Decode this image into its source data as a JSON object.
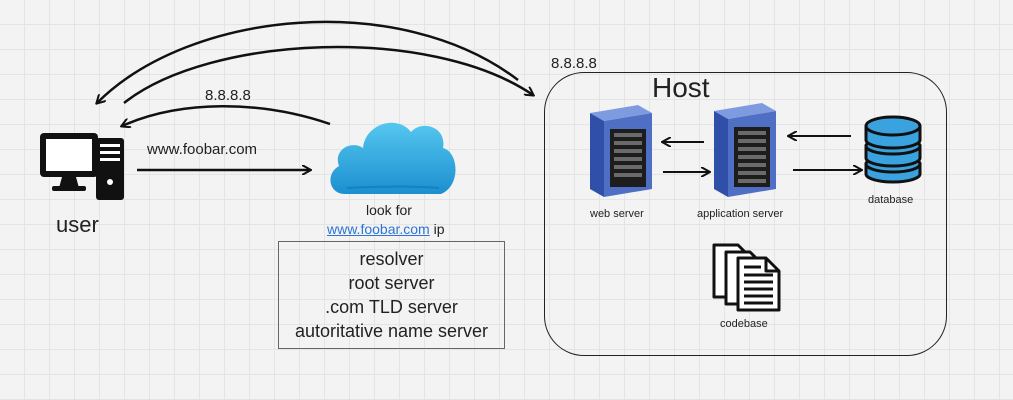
{
  "user": {
    "label": "user"
  },
  "arrows": {
    "to_dns_label": "www.foobar.com",
    "from_dns_label": "8.8.8.8",
    "to_host_label": "8.8.8.8"
  },
  "cloud": {
    "caption_line1": "look for",
    "caption_link": "www.foobar.com",
    "caption_suffix": "ip"
  },
  "dns_list": [
    "resolver",
    "root server",
    ".com TLD server",
    "autoritative name server"
  ],
  "host": {
    "title": "Host",
    "web_server_label": "web server",
    "app_server_label": "application server",
    "database_label": "database",
    "codebase_label": "codebase"
  },
  "colors": {
    "server_blue": "#4f6fc4",
    "cloud_blue": "#2ba6e0",
    "database_blue": "#3aa3df",
    "link_blue": "#2d74d6"
  }
}
